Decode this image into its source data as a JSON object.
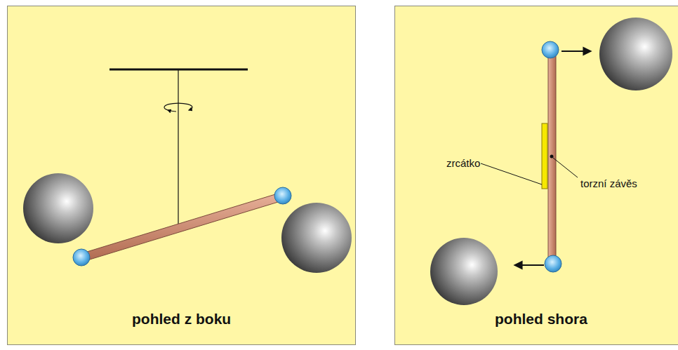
{
  "diagram": {
    "nodes": [
      {
        "text": [
          "pohled z boku"
        ]
      },
      {
        "text": [
          "pohled shora"
        ]
      }
    ],
    "labels": [
      "zrcátko",
      "torzní závěs"
    ]
  }
}
